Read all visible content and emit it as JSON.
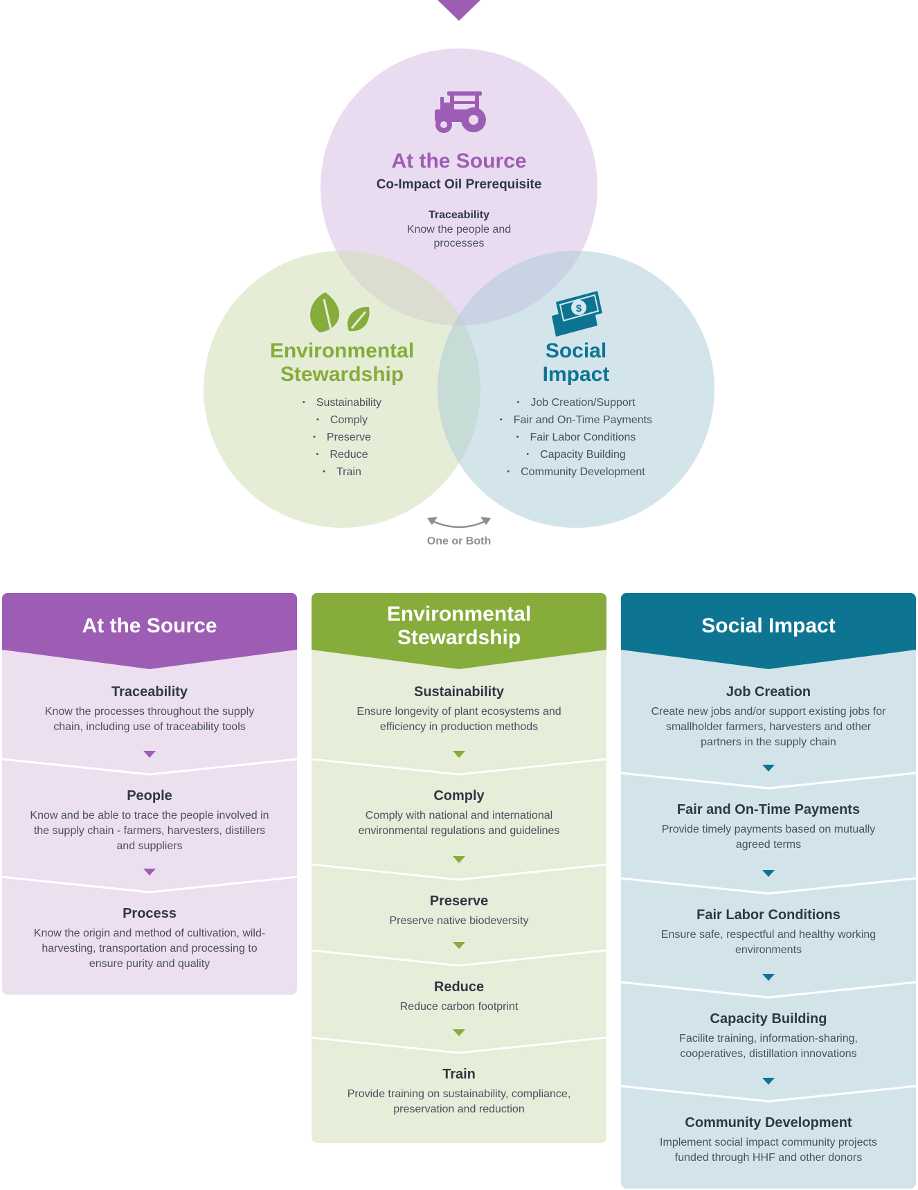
{
  "venn": {
    "source": {
      "icon": "tractor-icon",
      "title": "At the Source",
      "subtitle": "Co-Impact Oil Prerequisite",
      "label": "Traceability",
      "desc_line1": "Know the people and",
      "desc_line2": "processes"
    },
    "environmental": {
      "icon": "leaves-icon",
      "title_line1": "Environmental",
      "title_line2": "Stewardship",
      "items": [
        "Sustainability",
        "Comply",
        "Preserve",
        "Reduce",
        "Train"
      ]
    },
    "social": {
      "icon": "money-icon",
      "title_line1": "Social",
      "title_line2": "Impact",
      "items": [
        "Job Creation/Support",
        "Fair and On-Time Payments",
        "Fair Labor Conditions",
        "Capacity Building",
        "Community Development"
      ]
    },
    "connector_label": "One or Both"
  },
  "columns": {
    "source": {
      "title": "At the Source",
      "sections": [
        {
          "title": "Traceability",
          "desc": "Know the processes throughout the supply chain, including use of traceability tools"
        },
        {
          "title": "People",
          "desc": "Know and be able to trace the people involved in the supply chain - farmers, harvesters, distillers and suppliers"
        },
        {
          "title": "Process",
          "desc": "Know the origin and method of cultivation, wild-harvesting, transportation and processing to ensure purity and quality"
        }
      ]
    },
    "environmental": {
      "title": "Environmental Stewardship",
      "sections": [
        {
          "title": "Sustainability",
          "desc": "Ensure longevity of plant ecosystems and efficiency in production methods"
        },
        {
          "title": "Comply",
          "desc": "Comply with national and international environmental regulations and guidelines"
        },
        {
          "title": "Preserve",
          "desc": "Preserve native biodeversity"
        },
        {
          "title": "Reduce",
          "desc": "Reduce carbon footprint"
        },
        {
          "title": "Train",
          "desc": "Provide training on sustainability, compliance, preservation and reduction"
        }
      ]
    },
    "social": {
      "title": "Social Impact",
      "sections": [
        {
          "title": "Job Creation",
          "desc": "Create new jobs and/or support existing jobs for smallholder farmers, harvesters and other partners in the supply chain"
        },
        {
          "title": "Fair and On-Time Payments",
          "desc": "Provide timely payments based on mutually agreed terms"
        },
        {
          "title": "Fair Labor Conditions",
          "desc": "Ensure safe, respectful and healthy working environments"
        },
        {
          "title": "Capacity Building",
          "desc": "Facilite training, information-sharing, cooperatives, distillation innovations"
        },
        {
          "title": "Community Development",
          "desc": "Implement social impact community projects funded through HHF and other donors"
        }
      ]
    }
  },
  "colors": {
    "purple": "#9e5db4",
    "purple_light": "#ebdff0",
    "green": "#86ac3b",
    "green_light": "#e6edd8",
    "teal": "#0d7592",
    "teal_light": "#d2e4ea"
  }
}
